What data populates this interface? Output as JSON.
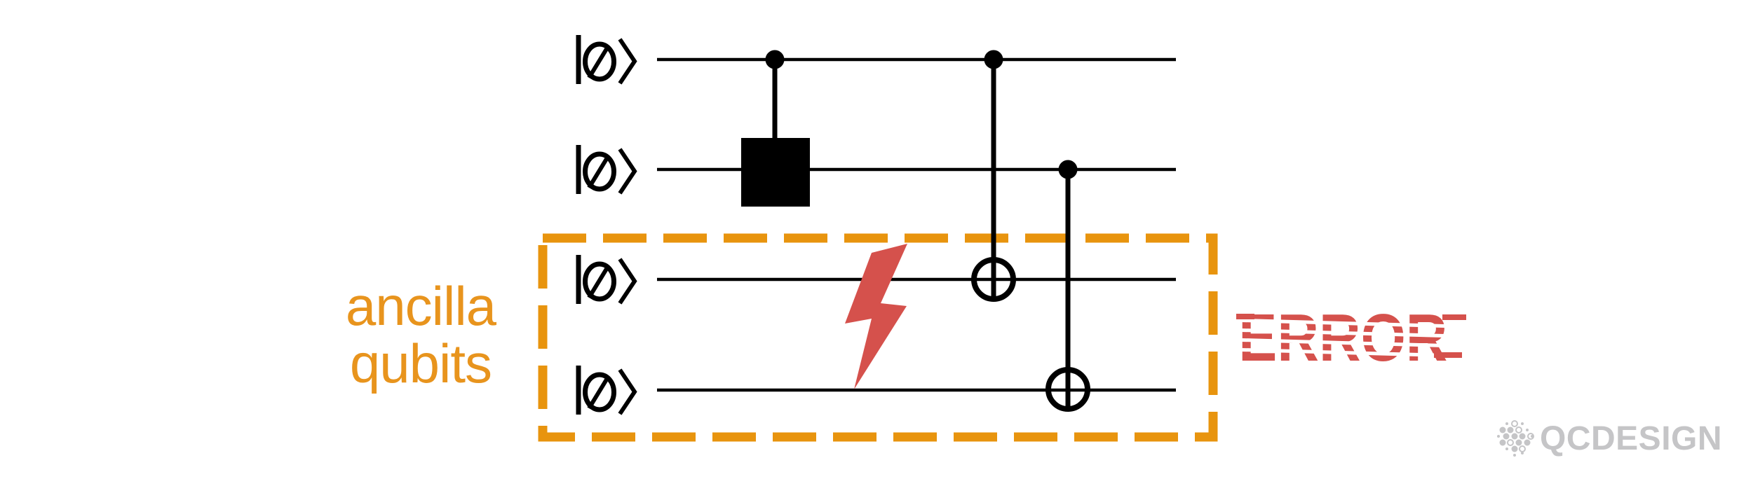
{
  "figure": {
    "kind": "quantum-circuit-error-diagram",
    "background": "#ffffff"
  },
  "colors": {
    "wire_black": "#000000",
    "box_orange": "#e8940e",
    "label_orange": "#e8941d",
    "error_red": "#d5514c",
    "logo_gray": "#c5c5c7"
  },
  "circuit": {
    "qubits": [
      {
        "id": "qubit-1",
        "state": "|0⟩",
        "ancilla": false
      },
      {
        "id": "qubit-2",
        "state": "|0⟩",
        "ancilla": false
      },
      {
        "id": "ancilla-1",
        "state": "|0⟩",
        "ancilla": true
      },
      {
        "id": "ancilla-2",
        "state": "|0⟩",
        "ancilla": true
      }
    ],
    "gates": [
      {
        "type": "controlled-box-gate",
        "control": "qubit-1",
        "target": "qubit-2"
      },
      {
        "type": "cnot",
        "control": "qubit-1",
        "target": "ancilla-1"
      },
      {
        "type": "cnot",
        "control": "qubit-2",
        "target": "ancilla-2"
      }
    ],
    "error_event": {
      "icon": "lightning-bolt",
      "on": "ancilla-1"
    }
  },
  "ancilla_label": {
    "line1": "ancilla",
    "line2": "qubits"
  },
  "error_label": {
    "text": "ERROR"
  },
  "logo": {
    "text": "QCDESIGN"
  }
}
